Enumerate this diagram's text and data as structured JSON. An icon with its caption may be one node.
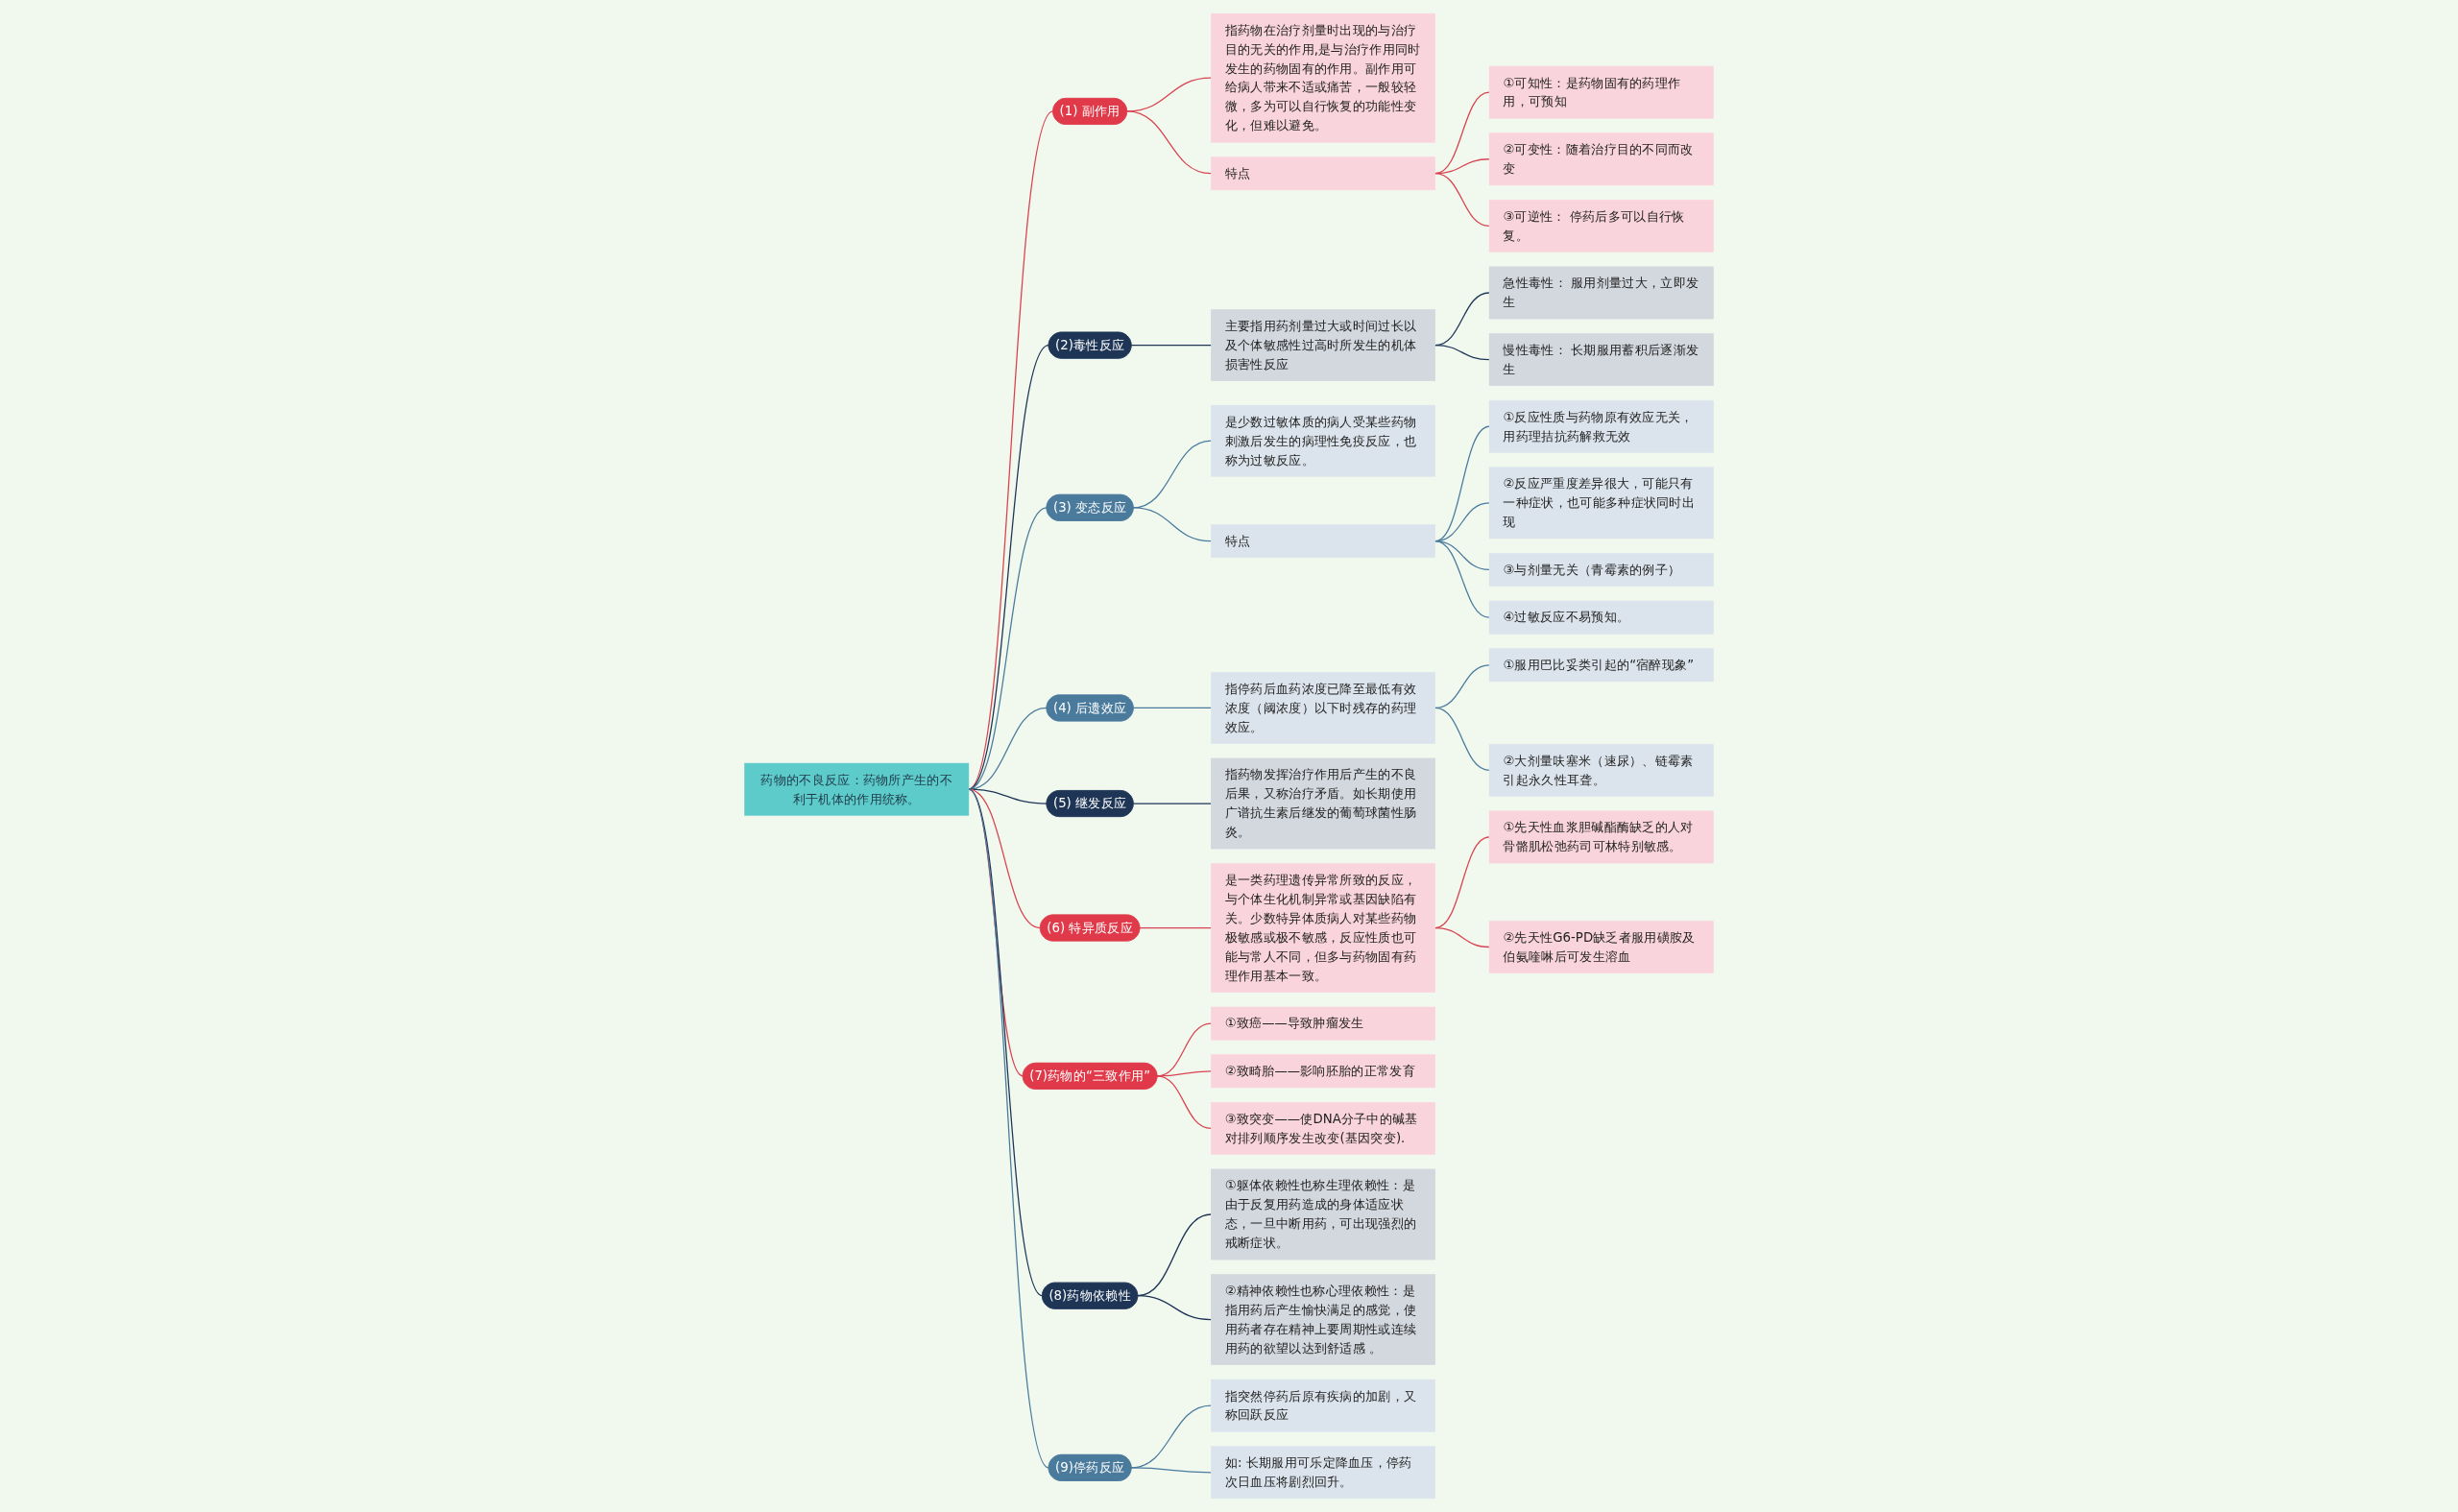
{
  "diagram": {
    "nodes": [
      {
        "text": [
          "药物的不良反应：药物所产生的不利于机体的作用统称。"
        ]
      },
      {
        "text": [
          "(1) 副作用"
        ]
      },
      {
        "text": [
          "指药物在治疗剂量时出现的与治疗目的无关的作用,是与治疗作用同时发生的药物固有的作用。副作用可给病人带来不适或痛苦，一般较轻微，多为可以自行恢复的功能性变化，但难以避免。"
        ]
      },
      {
        "text": [
          "特点"
        ]
      },
      {
        "text": [
          "①可知性：是药物固有的药理作用，可预知"
        ]
      },
      {
        "text": [
          "②可变性：随着治疗目的不同而改变"
        ]
      },
      {
        "text": [
          "③可逆性： 停药后多可以自行恢复。"
        ]
      },
      {
        "text": [
          "(2)毒性反应"
        ]
      },
      {
        "text": [
          "主要指用药剂量过大或时间过长以及个体敏感性过高时所发生的机体损害性反应"
        ]
      },
      {
        "text": [
          "急性毒性： 服用剂量过大，立即发生"
        ]
      },
      {
        "text": [
          "慢性毒性： 长期服用蓄积后逐渐发生"
        ]
      },
      {
        "text": [
          "(3) 变态反应"
        ]
      },
      {
        "text": [
          "是少数过敏体质的病人受某些药物刺激后发生的病理性免疫反应，也称为过敏反应。"
        ]
      },
      {
        "text": [
          "特点"
        ]
      },
      {
        "text": [
          "①反应性质与药物原有效应无关，用药理拮抗药解救无效"
        ]
      },
      {
        "text": [
          "②反应严重度差异很大，可能只有一种症状，也可能多种症状同时出现"
        ]
      },
      {
        "text": [
          "③与剂量无关（青霉素的例子）"
        ]
      },
      {
        "text": [
          "④过敏反应不易预知。"
        ]
      },
      {
        "text": [
          "(4) 后遗效应"
        ]
      },
      {
        "text": [
          "指停药后血药浓度已降至最低有效浓度（阈浓度）以下时残存的药理效应。"
        ]
      },
      {
        "text": [
          "①服用巴比妥类引起的“宿醉现象”"
        ]
      },
      {
        "text": [
          "②大剂量呋塞米（速尿）、链霉素引起永久性耳聋。"
        ]
      },
      {
        "text": [
          "(5) 继发反应"
        ]
      },
      {
        "text": [
          "指药物发挥治疗作用后产生的不良后果，又称治疗矛盾。如长期使用广谱抗生素后继发的葡萄球菌性肠炎。"
        ]
      },
      {
        "text": [
          "(6) 特异质反应"
        ]
      },
      {
        "text": [
          "是一类药理遗传异常所致的反应，与个体生化机制异常或基因缺陷有关。少数特异体质病人对某些药物极敏感或极不敏感，反应性质也可能与常人不同，但多与药物固有药理作用基本一致。"
        ]
      },
      {
        "text": [
          "①先天性血浆胆碱酯酶缺乏的人对骨骼肌松弛药司可林特别敏感。"
        ]
      },
      {
        "text": [
          "②先天性G6-PD缺乏者服用磺胺及伯氨喹啉后可发生溶血"
        ]
      },
      {
        "text": [
          "(7)药物的“三致作用”"
        ]
      },
      {
        "text": [
          "①致癌——导致肿瘤发生"
        ]
      },
      {
        "text": [
          "②致畸胎——影响胚胎的正常发育"
        ]
      },
      {
        "text": [
          "③致突变——使DNA分子中的碱基对排列顺序发生改变(基因突变)."
        ]
      },
      {
        "text": [
          "(8)药物依赖性"
        ]
      },
      {
        "text": [
          "①躯体依赖性也称生理依赖性：是由于反复用药造成的身体适应状态，一旦中断用药，可出现强烈的戒断症状。"
        ]
      },
      {
        "text": [
          "②精神依赖性也称心理依赖性：是指用药后产生愉快满足的感觉，使用药者存在精神上要周期性或连续用药的欲望以达到舒适感 。"
        ]
      },
      {
        "text": [
          "(9)停药反应"
        ]
      },
      {
        "text": [
          "指突然停药后原有疾病的加剧，又称回跃反应"
        ]
      },
      {
        "text": [
          "如: 长期服用可乐定降血压，停药次日血压将剧烈回升。"
        ]
      }
    ],
    "edges": [
      {
        "from": 0,
        "to": 1,
        "arrow": "none",
        "color": "#d9434f"
      },
      {
        "from": 1,
        "to": 2,
        "arrow": "none",
        "color": "#d9434f"
      },
      {
        "from": 1,
        "to": 3,
        "arrow": "none",
        "color": "#d9434f"
      },
      {
        "from": 3,
        "to": 4,
        "arrow": "none",
        "color": "#d9434f"
      },
      {
        "from": 3,
        "to": 5,
        "arrow": "none",
        "color": "#d9434f"
      },
      {
        "from": 3,
        "to": 6,
        "arrow": "none",
        "color": "#d9434f"
      },
      {
        "from": 0,
        "to": 7,
        "arrow": "none",
        "color": "#1e3556"
      },
      {
        "from": 7,
        "to": 8,
        "arrow": "none",
        "color": "#1e3556"
      },
      {
        "from": 8,
        "to": 9,
        "arrow": "none",
        "color": "#1e3556"
      },
      {
        "from": 8,
        "to": 10,
        "arrow": "none",
        "color": "#1e3556"
      },
      {
        "from": 0,
        "to": 11,
        "arrow": "none",
        "color": "#4a7a9c"
      },
      {
        "from": 11,
        "to": 12,
        "arrow": "none",
        "color": "#4a7a9c"
      },
      {
        "from": 11,
        "to": 13,
        "arrow": "none",
        "color": "#4a7a9c"
      },
      {
        "from": 13,
        "to": 14,
        "arrow": "none",
        "color": "#4a7a9c"
      },
      {
        "from": 13,
        "to": 15,
        "arrow": "none",
        "color": "#4a7a9c"
      },
      {
        "from": 13,
        "to": 16,
        "arrow": "none",
        "color": "#4a7a9c"
      },
      {
        "from": 13,
        "to": 17,
        "arrow": "none",
        "color": "#4a7a9c"
      },
      {
        "from": 0,
        "to": 18,
        "arrow": "none",
        "color": "#4a7a9c"
      },
      {
        "from": 18,
        "to": 19,
        "arrow": "none",
        "color": "#4a7a9c"
      },
      {
        "from": 19,
        "to": 20,
        "arrow": "none",
        "color": "#4a7a9c"
      },
      {
        "from": 19,
        "to": 21,
        "arrow": "none",
        "color": "#4a7a9c"
      },
      {
        "from": 0,
        "to": 22,
        "arrow": "none",
        "color": "#1e3556"
      },
      {
        "from": 22,
        "to": 23,
        "arrow": "none",
        "color": "#1e3556"
      },
      {
        "from": 0,
        "to": 24,
        "arrow": "none",
        "color": "#d9434f"
      },
      {
        "from": 24,
        "to": 25,
        "arrow": "none",
        "color": "#d9434f"
      },
      {
        "from": 25,
        "to": 26,
        "arrow": "none",
        "color": "#d9434f"
      },
      {
        "from": 25,
        "to": 27,
        "arrow": "none",
        "color": "#d9434f"
      },
      {
        "from": 0,
        "to": 28,
        "arrow": "none",
        "color": "#d9434f"
      },
      {
        "from": 28,
        "to": 29,
        "arrow": "none",
        "color": "#d9434f"
      },
      {
        "from": 28,
        "to": 30,
        "arrow": "none",
        "color": "#d9434f"
      },
      {
        "from": 28,
        "to": 31,
        "arrow": "none",
        "color": "#d9434f"
      },
      {
        "from": 0,
        "to": 32,
        "arrow": "none",
        "color": "#1e3556"
      },
      {
        "from": 32,
        "to": 33,
        "arrow": "none",
        "color": "#1e3556"
      },
      {
        "from": 32,
        "to": 34,
        "arrow": "none",
        "color": "#1e3556"
      },
      {
        "from": 0,
        "to": 35,
        "arrow": "none",
        "color": "#4a7a9c"
      },
      {
        "from": 35,
        "to": 36,
        "arrow": "none",
        "color": "#4a7a9c"
      },
      {
        "from": 35,
        "to": 37,
        "arrow": "none",
        "color": "#4a7a9c"
      }
    ]
  }
}
